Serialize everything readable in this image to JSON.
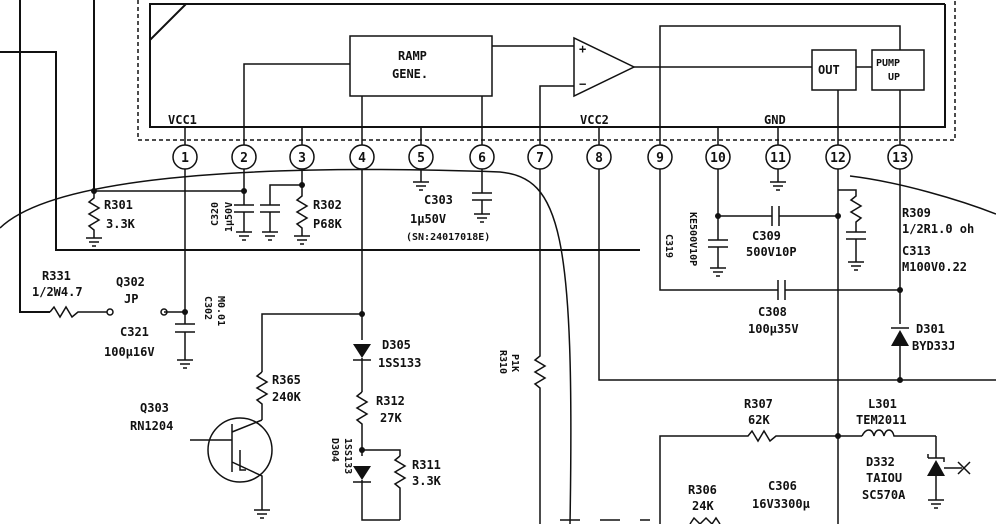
{
  "ic": {
    "ramp_block_line1": "RAMP",
    "ramp_block_line2": "GENE.",
    "out_block": "OUT",
    "pump_block_line1": "PUMP",
    "pump_block_line2": "UP",
    "comparator_plus": "+",
    "comparator_minus": "−",
    "vcc1": "VCC1",
    "vcc2": "VCC2",
    "gnd": "GND",
    "pins": [
      "1",
      "2",
      "3",
      "4",
      "5",
      "6",
      "7",
      "8",
      "9",
      "10",
      "11",
      "12",
      "13"
    ]
  },
  "components": {
    "r301": {
      "ref": "R301",
      "value": "3.3K"
    },
    "c320": {
      "ref": "C320",
      "value": "1μ50V"
    },
    "r302": {
      "ref": "R302",
      "value": "P68K"
    },
    "c303": {
      "ref": "C303",
      "value": "1μ50V",
      "note": "(SN:24017018E)"
    },
    "c302": {
      "ref": "C302",
      "value": "M0.01"
    },
    "r331": {
      "ref": "R331",
      "value": "1/2W4.7"
    },
    "q302": {
      "ref": "Q302",
      "value": "JP"
    },
    "c321": {
      "ref": "C321",
      "value": "100μ16V"
    },
    "d305": {
      "ref": "D305",
      "value": "1SS133"
    },
    "r312": {
      "ref": "R312",
      "value": "27K"
    },
    "d304": {
      "ref": "D304",
      "value": "1SS133"
    },
    "r311": {
      "ref": "R311",
      "value": "3.3K"
    },
    "r365": {
      "ref": "R365",
      "value": "240K"
    },
    "q303": {
      "ref": "Q303",
      "value": "RN1204"
    },
    "r310": {
      "ref": "R310",
      "value": "P1K"
    },
    "c319": {
      "ref": "C319",
      "value": "KE500V10P"
    },
    "c309": {
      "ref": "C309",
      "value": "500V10P"
    },
    "c308": {
      "ref": "C308",
      "value": "100μ35V"
    },
    "r309": {
      "ref": "R309",
      "value": "1/2R1.0 oh"
    },
    "c313": {
      "ref": "C313",
      "value": "M100V0.22"
    },
    "d301": {
      "ref": "D301",
      "value": "BYD33J"
    },
    "r307": {
      "ref": "R307",
      "value": "62K"
    },
    "l301": {
      "ref": "L301",
      "value": "TEM2011"
    },
    "d332": {
      "ref": "D332",
      "value1": "TAIOU",
      "value2": "SC570A"
    },
    "r306": {
      "ref": "R306",
      "value": "24K"
    },
    "c306": {
      "ref": "C306",
      "value": "16V3300μ"
    }
  },
  "icons": [
    "ground-icon",
    "resistor-icon",
    "capacitor-icon",
    "diode-icon",
    "zener-diode-icon",
    "inductor-icon",
    "npn-transistor-icon"
  ]
}
